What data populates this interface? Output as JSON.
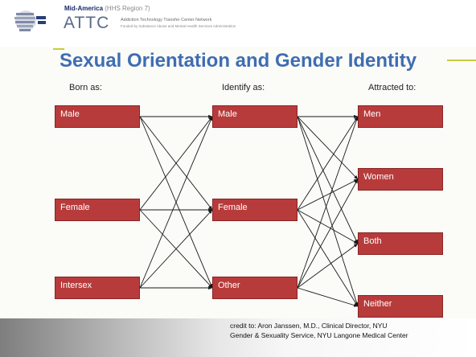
{
  "header": {
    "org_name": "Mid-America",
    "org_region": "(HHS Region 7)",
    "logo_text": "ATTC",
    "tagline": "Addiction Technology Transfer Center Network",
    "funding": "Funded by Substance Abuse and Mental Health Services Administration"
  },
  "title": "Sexual Orientation and Gender Identity",
  "columns": {
    "born": "Born as:",
    "identify": "Identify as:",
    "attracted": "Attracted to:"
  },
  "born": [
    "Male",
    "Female",
    "Intersex"
  ],
  "identify": [
    "Male",
    "Female",
    "Other"
  ],
  "attracted": [
    "Men",
    "Women",
    "Both",
    "Neither"
  ],
  "credit": {
    "line1": "credit to: Aron Janssen, M.D., Clinical Director, NYU",
    "line2": "Gender & Sexuality Service, NYU Langone Medical Center"
  },
  "colors": {
    "box_fill": "#b83b3b",
    "title": "#3f6db2",
    "accent_rule": "#c8cc3a"
  }
}
